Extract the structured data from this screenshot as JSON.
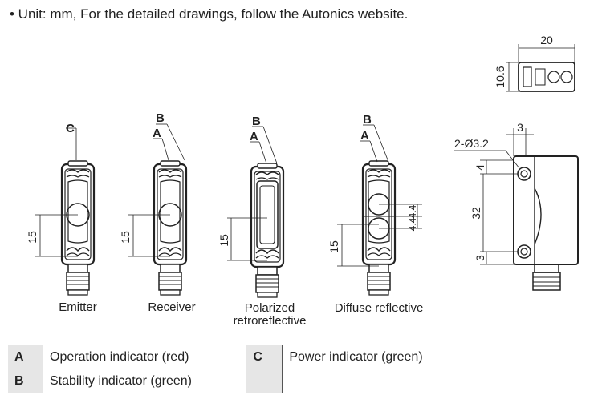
{
  "note": "• Unit: mm, For the detailed drawings, follow the Autonics website.",
  "dims": {
    "w20": "20",
    "h106": "10.6",
    "d3": "3",
    "hole": "2-Ø3.2",
    "d4": "4",
    "d32": "32",
    "d3b": "3",
    "d15": "15",
    "d44a": "4.4",
    "d44b": "4.4"
  },
  "sensors": [
    {
      "name": "Emitter",
      "name2": "",
      "letters": [
        "C"
      ]
    },
    {
      "name": "Receiver",
      "name2": "",
      "letters": [
        "B",
        "A"
      ]
    },
    {
      "name": "Polarized",
      "name2": "retroreflective",
      "letters": [
        "B",
        "A"
      ]
    },
    {
      "name": "Diffuse reflective",
      "name2": "",
      "letters": [
        "B",
        "A"
      ]
    }
  ],
  "legend": {
    "rows": [
      {
        "k1": "A",
        "v1": "Operation indicator (red)",
        "k2": "C",
        "v2": "Power indicator (green)"
      },
      {
        "k1": "B",
        "v1": "Stability indicator (green)",
        "k2": "",
        "v2": ""
      }
    ]
  }
}
